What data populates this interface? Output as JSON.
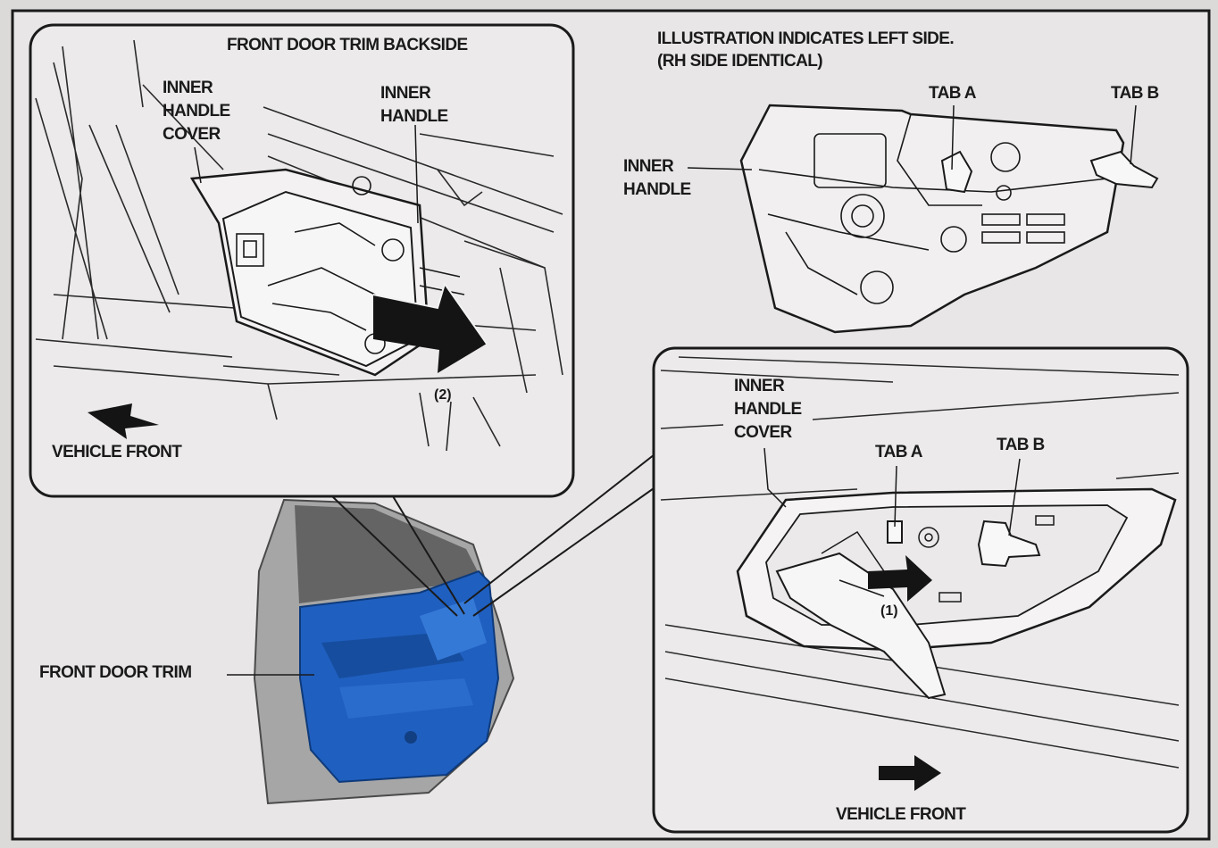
{
  "header": {
    "title_line1": "ILLUSTRATION INDICATES LEFT SIDE.",
    "title_line2": "(RH SIDE IDENTICAL)"
  },
  "top_left_panel": {
    "title": "FRONT DOOR TRIM BACKSIDE",
    "inner_handle_cover": "INNER\nHANDLE\nCOVER",
    "inner_handle": "INNER\nHANDLE",
    "step": "(2)",
    "vehicle_front": "VEHICLE FRONT"
  },
  "top_right_view": {
    "inner_handle": "INNER\nHANDLE",
    "tab_a": "TAB A",
    "tab_b": "TAB B"
  },
  "door": {
    "front_door_trim": "FRONT DOOR TRIM",
    "trim_color": "#1f5fc0"
  },
  "bottom_right_panel": {
    "inner_handle_cover": "INNER\nHANDLE\nCOVER",
    "tab_a": "TAB A",
    "tab_b": "TAB B",
    "step": "(1)",
    "vehicle_front": "VEHICLE FRONT"
  }
}
